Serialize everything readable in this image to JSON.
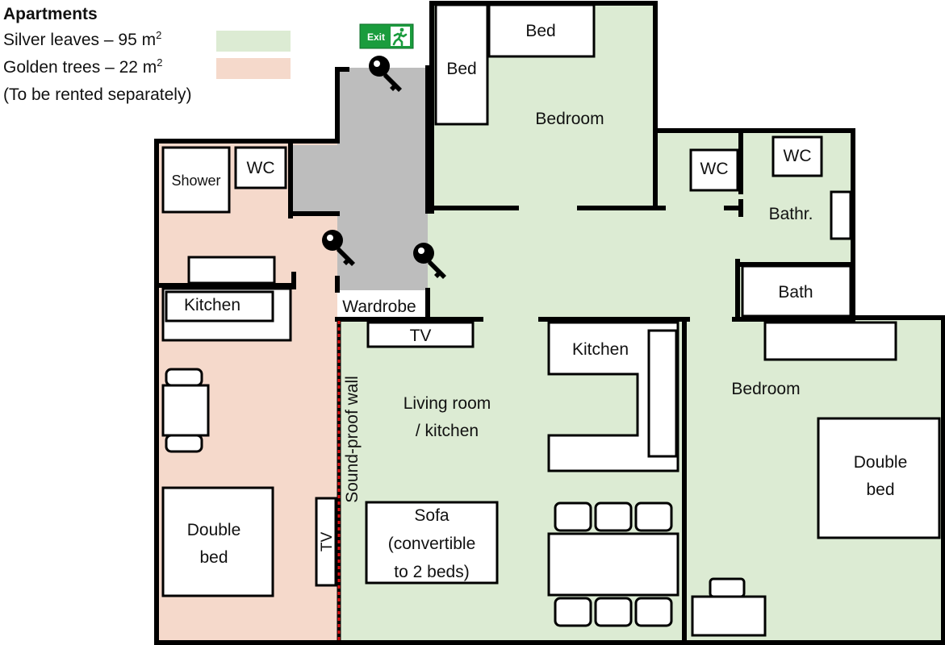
{
  "legend": {
    "title": "Apartments",
    "silver": {
      "label": "Silver leaves – 95 m",
      "sup": "2",
      "color": "#dcebd3"
    },
    "golden": {
      "label": "Golden trees – 22 m",
      "sup": "2",
      "color": "#f5d9cb"
    },
    "note": "(To be rented separately)"
  },
  "colors": {
    "common_area": "#bdbdbd",
    "exit_sign": "#1a9c3d",
    "soundproof_wall": "#e01010"
  },
  "exit_sign": {
    "text": "Exit",
    "icon": "running-person-icon"
  },
  "labels": {
    "golden_shower": "Shower",
    "golden_wc": "WC",
    "golden_kitchen": "Kitchen",
    "golden_double_bed_line1": "Double",
    "golden_double_bed_line2": "bed",
    "golden_tv": "TV",
    "wardrobe": "Wardrobe",
    "soundproof_wall": "Sound-proof wall",
    "bed_top": "Bed",
    "bed_side": "Bed",
    "bedroom_top": "Bedroom",
    "wc_1": "WC",
    "wc_2": "WC",
    "bathroom": "Bathr.",
    "bath": "Bath",
    "living_tv": "TV",
    "living_room_line1": "Living room",
    "living_room_line2": "/ kitchen",
    "living_kitchen": "Kitchen",
    "bedroom_right": "Bedroom",
    "double_bed_line1": "Double",
    "double_bed_line2": "bed",
    "sofa_line1": "Sofa",
    "sofa_line2": "(convertible",
    "sofa_line3": "to 2 beds)"
  },
  "icons": [
    "key-icon",
    "key-icon",
    "key-icon",
    "exit-sign-icon"
  ]
}
